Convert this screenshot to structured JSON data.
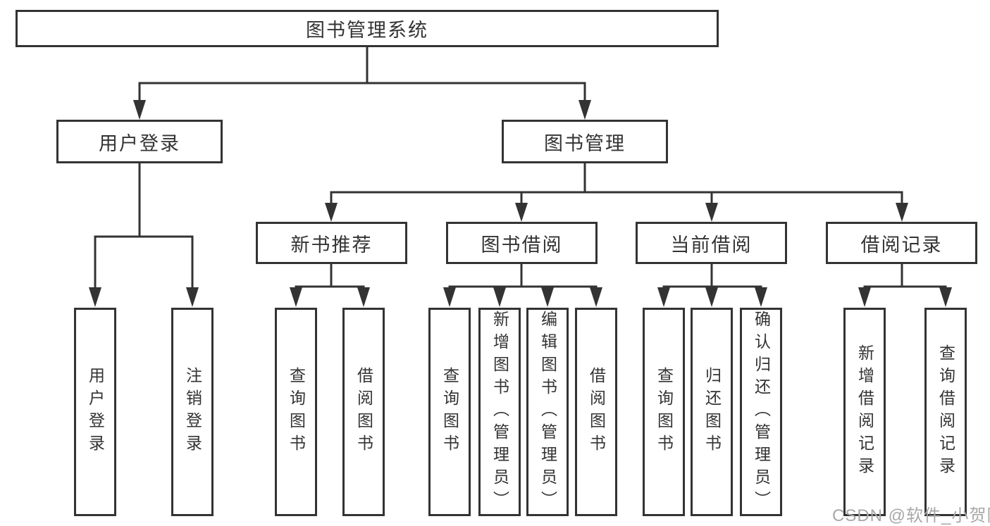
{
  "diagram": {
    "type": "tree",
    "root": "图书管理系统",
    "level2": {
      "user_login": "用户登录",
      "book_mgmt": "图书管理"
    },
    "level3": {
      "new_books": "新书推荐",
      "borrowing": "图书借阅",
      "current": "当前借阅",
      "records": "借阅记录"
    },
    "leaves": {
      "user_login": [
        "用户登录",
        "注销登录"
      ],
      "new_books": [
        "查询图书",
        "借阅图书"
      ],
      "borrowing": [
        "查询图书",
        "新增图书（管理员）",
        "编辑图书（管理员）",
        "借阅图书"
      ],
      "current": [
        "查询图书",
        "归还图书",
        "确认归还（管理员）"
      ],
      "records": [
        "新增借阅记录",
        "查询借阅记录"
      ]
    }
  },
  "watermark": "CSDN @软件_小贺同学",
  "colors": {
    "line": "#333333",
    "border": "#333333",
    "text": "#333333",
    "watermark": "#a8a8a8",
    "background": "#ffffff"
  }
}
